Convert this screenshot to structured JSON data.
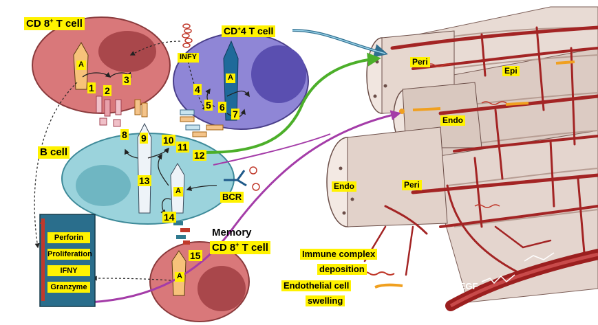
{
  "cells": {
    "cd8": "CD 8",
    "cd8_sup": "+",
    "cd8_suffix": " T cell",
    "cd4": "CD",
    "cd4_sup": "+",
    "cd4_suffix": "4 T cell",
    "bcell": "B cell",
    "memory_line1": "Memory",
    "memory_line2": "CD 8",
    "memory_sup": "+",
    "memory_suffix": " T cell"
  },
  "labels": {
    "infy": "INFY",
    "bcr": "BCR",
    "antigen": "A"
  },
  "steps": [
    "1",
    "2",
    "3",
    "4",
    "5",
    "6",
    "7",
    "8",
    "9",
    "10",
    "11",
    "12",
    "13",
    "14",
    "15"
  ],
  "effector_box": [
    "Perforin",
    "Proliferation",
    "IFNY",
    "Granzyme"
  ],
  "tissue": {
    "peri1": "Peri",
    "peri2": "Peri",
    "epi": "Epi",
    "endo1": "Endo",
    "endo2": "Endo",
    "vegf": "VEGF"
  },
  "legend": {
    "immune_line1": "Immune complex",
    "immune_line2": "deposition",
    "endo_line1": "Endothelial cell",
    "endo_line2": "swelling"
  },
  "colors": {
    "cd8": "#d9787a",
    "cd4": "#8f86d6",
    "bcell": "#9bd3dc",
    "vessel": "#a32424",
    "fiber": "#e2d3cc",
    "box": "#2a6e8c",
    "yellow": "#fff200"
  }
}
